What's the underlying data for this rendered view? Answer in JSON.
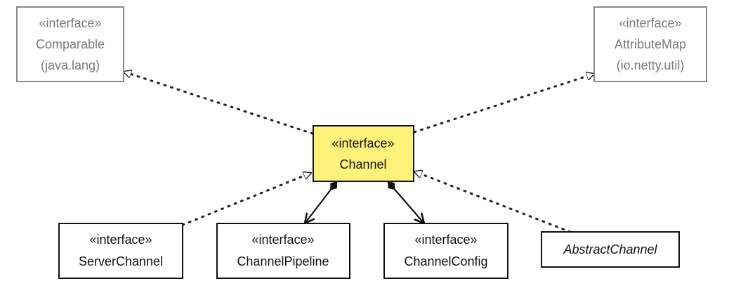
{
  "diagram": {
    "boxes": {
      "comparable": {
        "stereotype": "«interface»",
        "name": "Comparable",
        "package": "(java.lang)"
      },
      "attribute_map": {
        "stereotype": "«interface»",
        "name": "AttributeMap",
        "package": "(io.netty.util)"
      },
      "channel": {
        "stereotype": "«interface»",
        "name": "Channel"
      },
      "server_channel": {
        "stereotype": "«interface»",
        "name": "ServerChannel"
      },
      "channel_pipeline": {
        "stereotype": "«interface»",
        "name": "ChannelPipeline"
      },
      "channel_config": {
        "stereotype": "«interface»",
        "name": "ChannelConfig"
      },
      "abstract_channel": {
        "name": "AbstractChannel"
      }
    },
    "colors": {
      "highlight_fill": "#fff27a",
      "external_border": "#8a8a8a",
      "main_border": "#111111"
    }
  }
}
